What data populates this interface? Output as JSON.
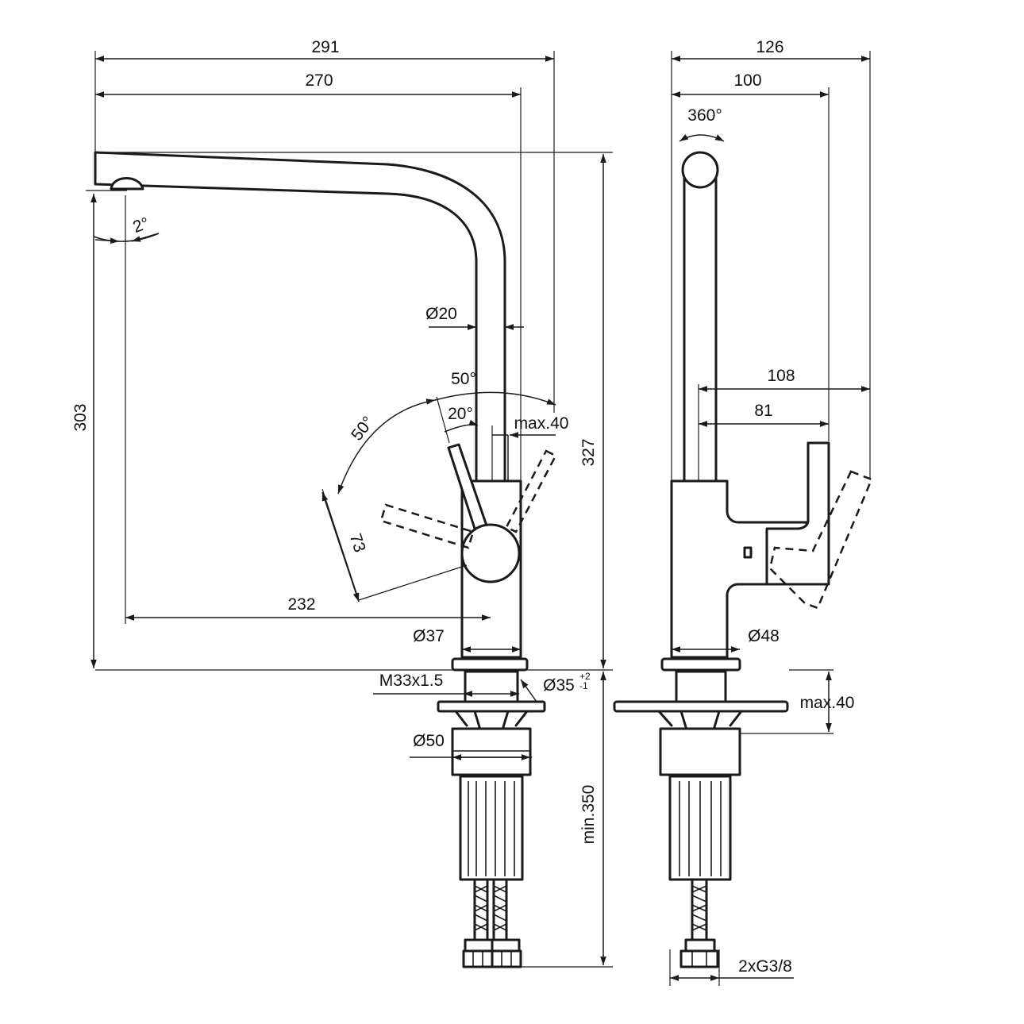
{
  "dimensions": {
    "overall_width": "291",
    "spout_reach_axis": "270",
    "side_overall": "126",
    "side_body_width": "100",
    "rotation": "360°",
    "spout_tilt": "2°",
    "tube_diameter": "Ø20",
    "lever_angle_top": "50°",
    "lever_angle_left": "50°",
    "lever_angle_inner": "20°",
    "lever_max": "max.40",
    "height_total": "303",
    "height_spout": "327",
    "lever_length": "73",
    "spout_reach": "232",
    "base_diameter": "Ø37",
    "thread": "M33x1.5",
    "hole_diameter": "Ø35",
    "hole_tol_plus": "+2",
    "hole_tol_minus": "-1",
    "fixing_diameter": "Ø50",
    "side_lever_108": "108",
    "side_lever_81": "81",
    "side_base_diameter": "Ø48",
    "countertop_max": "max.40",
    "hose_min": "min.350",
    "connections": "2xG3/8"
  }
}
